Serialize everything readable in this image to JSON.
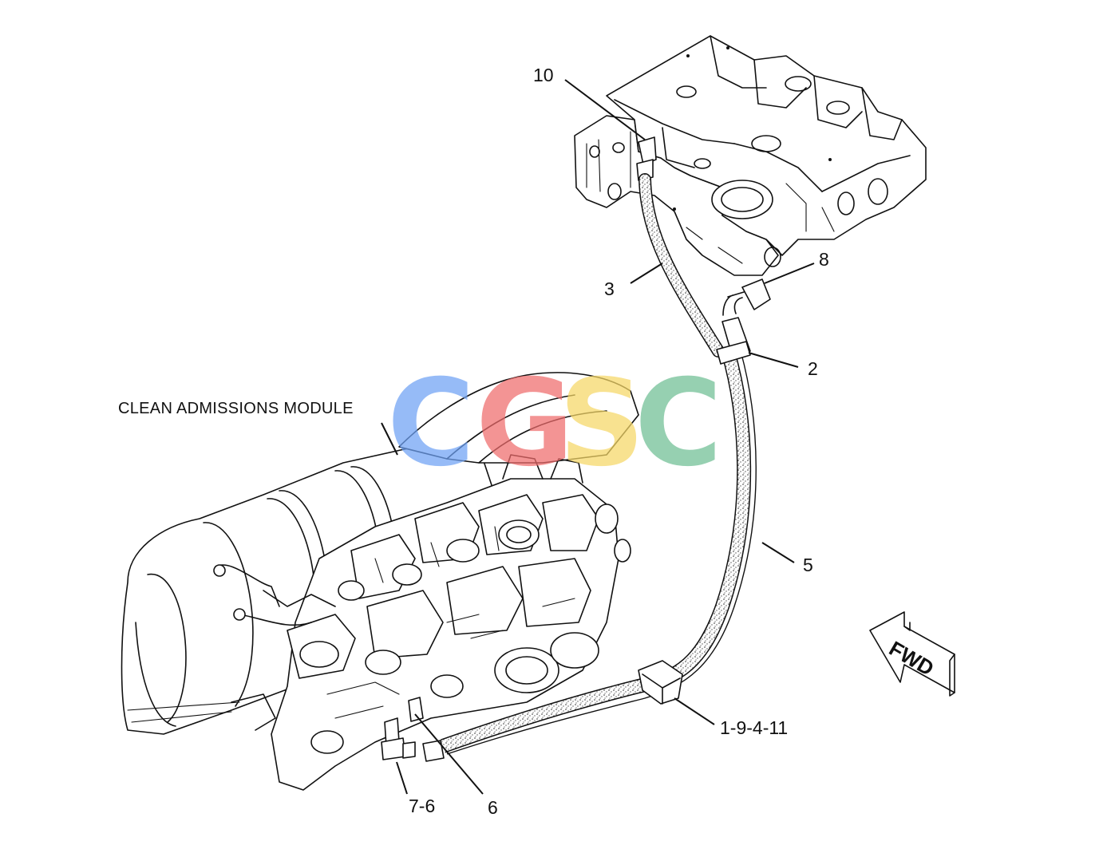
{
  "callouts": {
    "c10": "10",
    "c3": "3",
    "c8": "8",
    "c2": "2",
    "c5": "5",
    "c1_9_4_11": "1-9-4-11",
    "c7_6": "7-6",
    "c6": "6"
  },
  "module_label": "CLEAN ADMISSIONS MODULE",
  "direction_arrow": "FWD",
  "watermark": {
    "letters": [
      "C",
      "G",
      "S",
      "C"
    ],
    "colors": [
      "#6ea2f5",
      "#ef6b6b",
      "#f6d766",
      "#6fbf94"
    ]
  }
}
